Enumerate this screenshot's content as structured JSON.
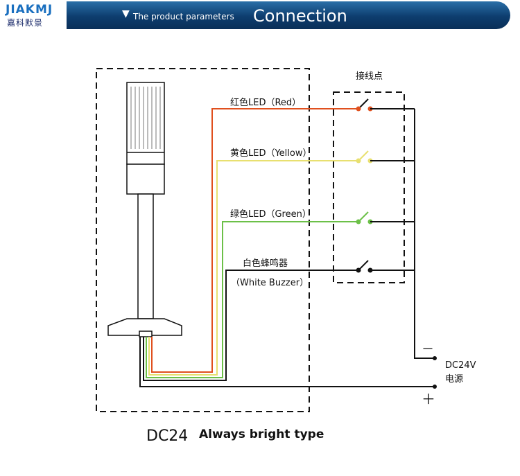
{
  "header": {
    "logo_text": "JIAKMJ",
    "logo_cn": "嘉科默景",
    "params_label": "The product parameters",
    "title": "Connection"
  },
  "diagram": {
    "terminal_label": "接线点",
    "red_label": "红色LED（Red）",
    "yellow_label": "黄色LED（Yellow）",
    "green_label": "绿色LED（Green）",
    "buzzer_label_1": "白色蜂鸣器",
    "buzzer_label_2": "（White Buzzer）",
    "minus": "－",
    "plus": "＋",
    "power_label_1": "DC24V",
    "power_label_2": "电源",
    "footer_main": "DC24",
    "footer_sub": "Always bright type"
  },
  "colors": {
    "red": "#e0501e",
    "yellow": "#e8e070",
    "green": "#6cc048",
    "black": "#111111",
    "header_blue": "#0d3d6e"
  }
}
